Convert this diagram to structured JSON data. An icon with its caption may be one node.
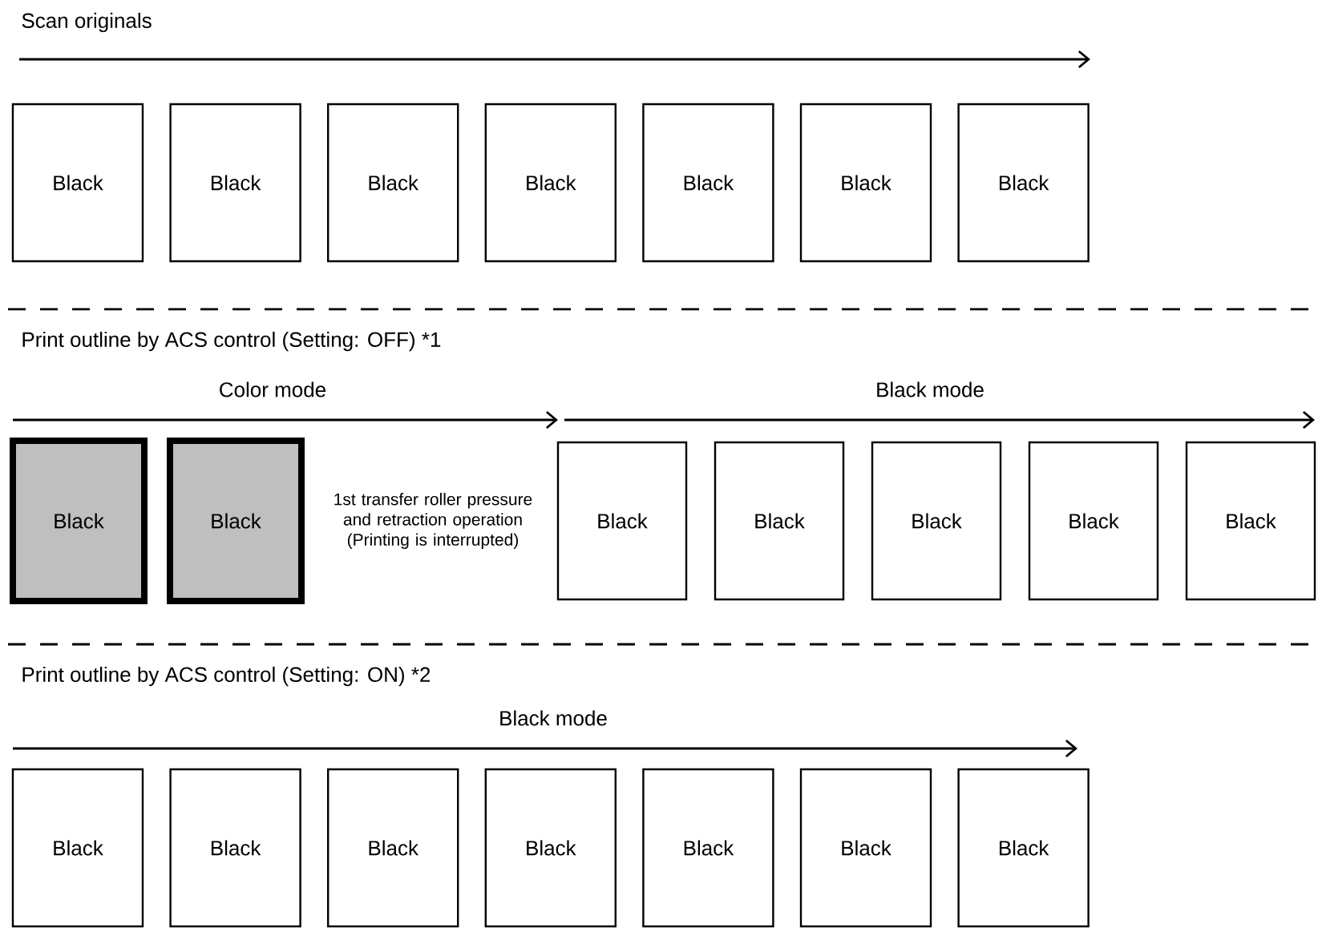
{
  "diagram": {
    "nodes": [
      {
        "text": [
          "Black"
        ]
      },
      {
        "text": [
          "Black"
        ]
      },
      {
        "text": [
          "Black"
        ]
      },
      {
        "text": [
          "Black"
        ]
      },
      {
        "text": [
          "Black"
        ]
      },
      {
        "text": [
          "Black"
        ]
      },
      {
        "text": [
          "Black"
        ]
      },
      {
        "text": [
          "Black"
        ]
      },
      {
        "text": [
          "Black"
        ]
      },
      {
        "text": [
          "Black"
        ]
      },
      {
        "text": [
          "Black"
        ]
      },
      {
        "text": [
          "Black"
        ]
      },
      {
        "text": [
          "Black"
        ]
      },
      {
        "text": [
          "Black"
        ]
      },
      {
        "text": [
          "Black"
        ]
      },
      {
        "text": [
          "Black"
        ]
      },
      {
        "text": [
          "Black"
        ]
      },
      {
        "text": [
          "Black"
        ]
      },
      {
        "text": [
          "Black"
        ]
      },
      {
        "text": [
          "Black"
        ]
      },
      {
        "text": [
          "Black"
        ]
      }
    ],
    "labels": [
      "Scan originals",
      "Print outline by ACS control (Setting: OFF) *1",
      "Color mode",
      "Black mode",
      "1st transfer roller pressure and retraction operation (Printing is interrupted)",
      "Print outline by ACS control (Setting: ON) *2",
      "Black mode"
    ]
  }
}
